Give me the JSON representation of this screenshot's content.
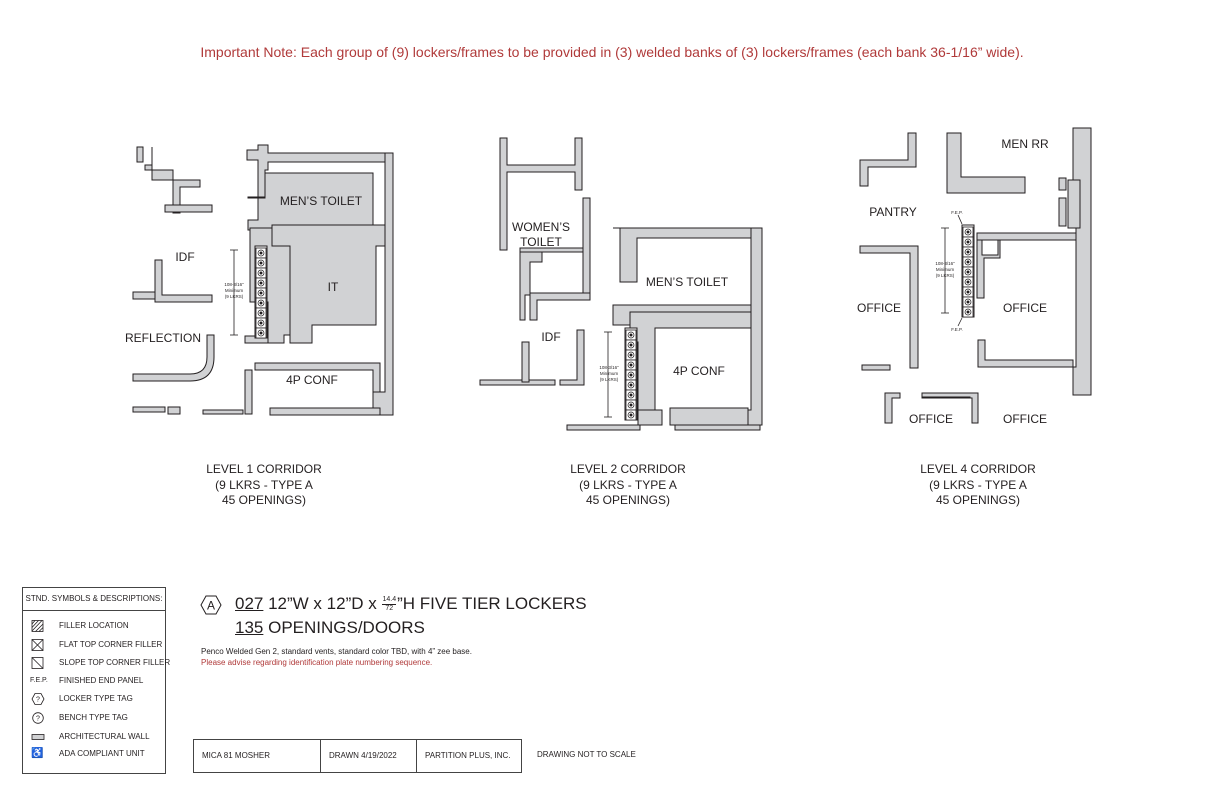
{
  "note": "Important Note: Each group of (9) lockers/frames to be provided in (3) welded banks of (3) lockers/frames (each bank 36-1/16”  wide).",
  "colors": {
    "wall_fill": "#d1d2d4",
    "wall_stroke": "#231f20",
    "note_red": "#b03a3a"
  },
  "plans": [
    {
      "caption": [
        "LEVEL 1 CORRIDOR",
        "(9 LKRS - TYPE A",
        "45 OPENINGS)"
      ],
      "rooms": [
        "MEN’S TOILET",
        "IDF",
        "IT",
        "REFLECTION",
        "4P CONF"
      ],
      "dimension": [
        "108-3/16”",
        "Minimum",
        "(9 LKRS)"
      ]
    },
    {
      "caption": [
        "LEVEL 2 CORRIDOR",
        "(9 LKRS - TYPE A",
        "45 OPENINGS)"
      ],
      "rooms": [
        "WOMEN’S",
        "TOILET",
        "MEN’S TOILET",
        "IDF",
        "4P CONF"
      ],
      "dimension": [
        "108-3/16”",
        "Minimum",
        "(9 LKRS)"
      ]
    },
    {
      "caption": [
        "LEVEL 4 CORRIDOR",
        "(9 LKRS - TYPE A",
        "45 OPENINGS)"
      ],
      "rooms": [
        "MEN RR",
        "PANTRY",
        "OFFICE",
        "OFFICE",
        "OFFICE",
        "OFFICE"
      ],
      "dimension": [
        "108-3/16”",
        "Minimum",
        "(9 LKRS)"
      ],
      "fep": "F.E.P."
    }
  ],
  "legend": {
    "title": "STND. SYMBOLS & DESCRIPTIONS:",
    "items": [
      {
        "icon": "filler-location-icon",
        "label": "FILLER LOCATION"
      },
      {
        "icon": "flat-top-corner-filler-icon",
        "label": "FLAT TOP CORNER FILLER"
      },
      {
        "icon": "slope-top-corner-filler-icon",
        "label": "SLOPE TOP CORNER FILLER"
      },
      {
        "icon": "fep-text",
        "symbol_text": "F.E.P.",
        "label": "FINISHED END PANEL"
      },
      {
        "icon": "locker-type-tag-icon",
        "symbol_text": "?",
        "label": "LOCKER TYPE TAG"
      },
      {
        "icon": "bench-type-tag-icon",
        "symbol_text": "?",
        "label": "BENCH TYPE TAG"
      },
      {
        "icon": "architectural-wall-icon",
        "label": "ARCHITECTURAL WALL"
      },
      {
        "icon": "ada-icon",
        "symbol_text": "♿",
        "label": "ADA COMPLIANT UNIT"
      }
    ]
  },
  "spec": {
    "tag": "A",
    "code": "027",
    "desc_a": " 12”W x 12”D x ",
    "frac_num": "14.4",
    "frac_den": "72",
    "desc_b": "”H FIVE TIER LOCKERS",
    "openings_count": "135",
    "openings_label": " OPENINGS/DOORS",
    "description": "Penco Welded Gen 2, standard vents, standard color TBD, with 4” zee base.",
    "advise": "Please advise regarding identification plate numbering sequence."
  },
  "title_block": {
    "project": "MICA 81 MOSHER",
    "drawn": "DRAWN 4/19/2022",
    "company": "PARTITION PLUS, INC.",
    "scale_note": "DRAWING NOT TO SCALE"
  }
}
